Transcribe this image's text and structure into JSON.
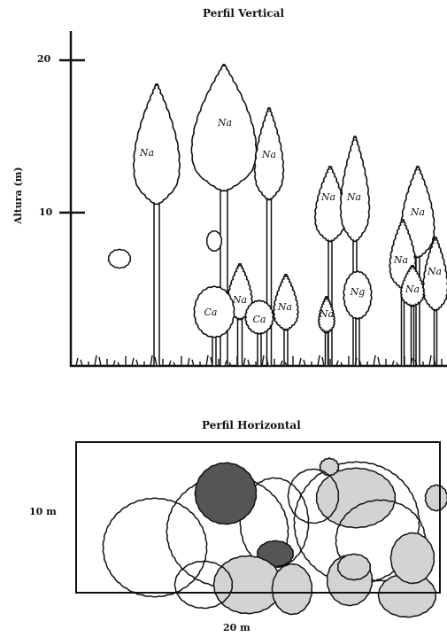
{
  "vertical_profile": {
    "title": "Perfil Vertical",
    "y_axis_label": "Altura (m)",
    "y_ticks": [
      "20",
      "10"
    ],
    "tree_labels": [
      "Na",
      "Na",
      "Na",
      "Na",
      "Na",
      "Na",
      "Na",
      "Na",
      "Na",
      "Na",
      "Na",
      "Na",
      "Ca",
      "Ca",
      "Ng"
    ]
  },
  "horizontal_profile": {
    "title": "Perfil Horizontal",
    "height_label": "10 m",
    "width_label": "20 m"
  },
  "colors": {
    "ink": "#111111",
    "crown_fill": "#ffffff",
    "dark_crown": "#555555",
    "light_crown": "#d3d3d3"
  }
}
